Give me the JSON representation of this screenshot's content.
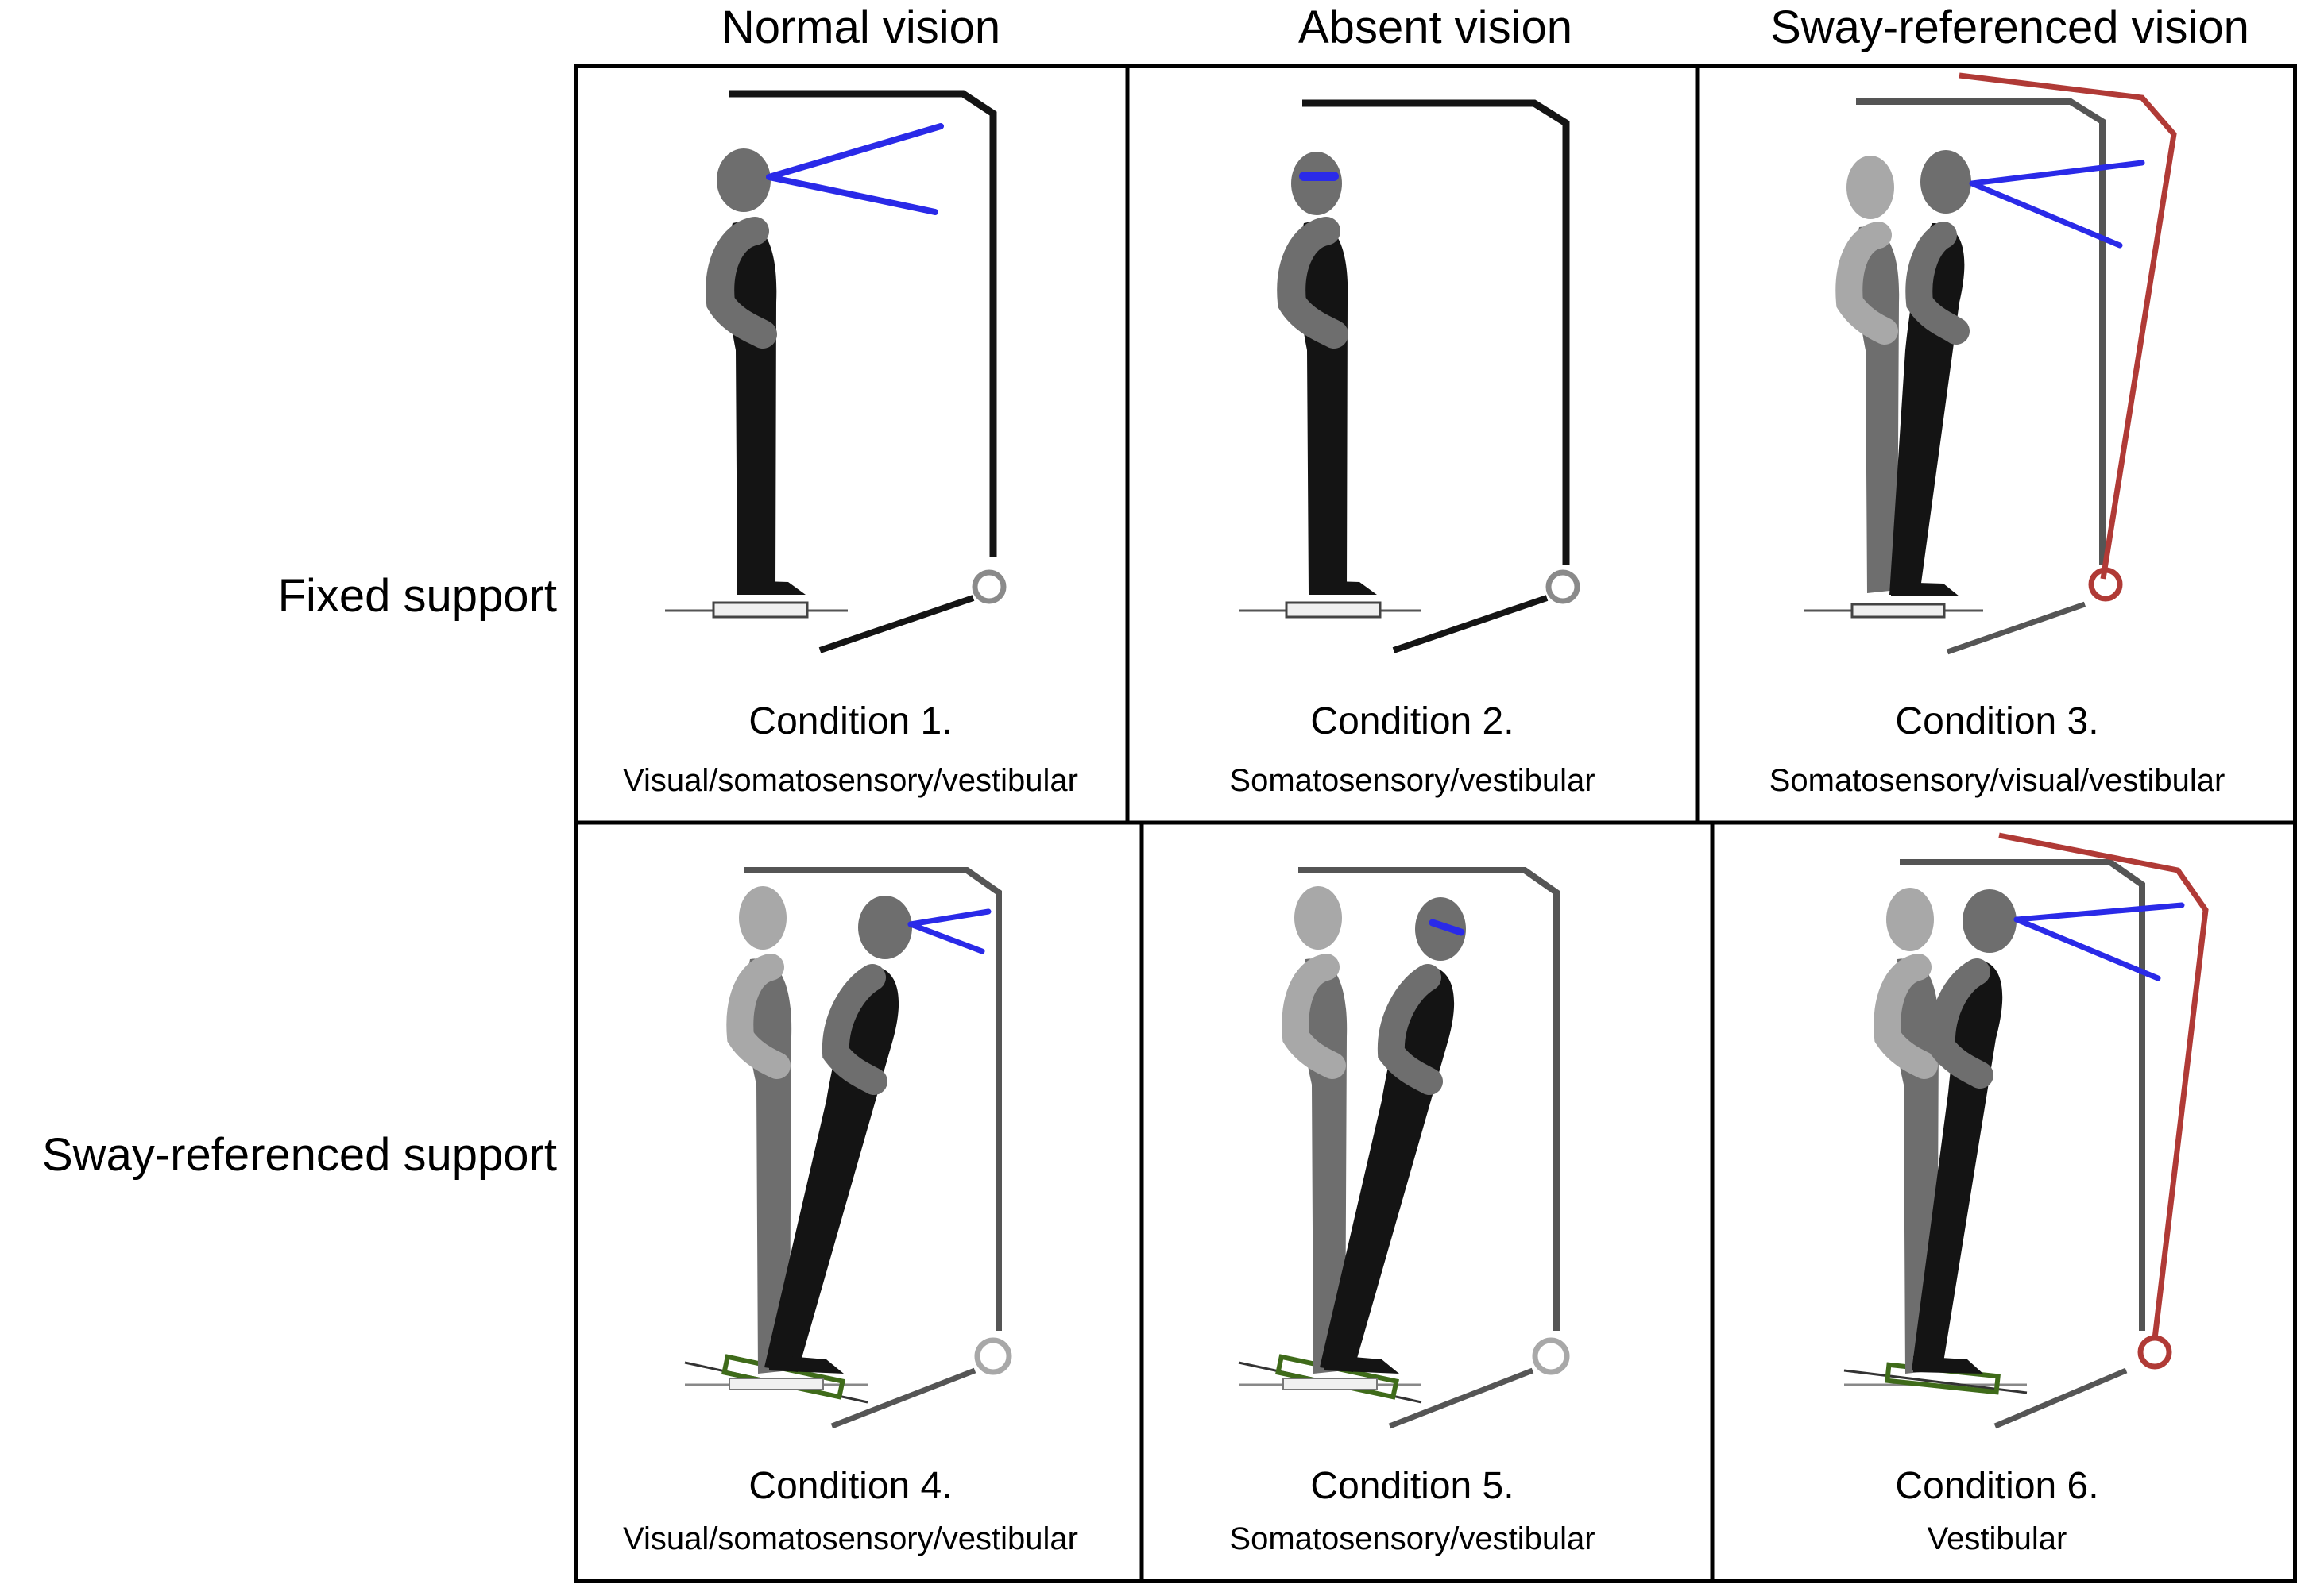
{
  "columns": [
    {
      "label": "Normal vision"
    },
    {
      "label": "Absent vision"
    },
    {
      "label": "Sway-referenced vision"
    }
  ],
  "rows": [
    {
      "label": "Fixed support"
    },
    {
      "label": "Sway-referenced support"
    }
  ],
  "conditions": [
    {
      "title": "Condition 1.",
      "senses": "Visual/somatosensory/vestibular"
    },
    {
      "title": "Condition 2.",
      "senses": "Somatosensory/vestibular"
    },
    {
      "title": "Condition 3.",
      "senses": "Somatosensory/visual/vestibular"
    },
    {
      "title": "Condition 4.",
      "senses": "Visual/somatosensory/vestibular"
    },
    {
      "title": "Condition 5.",
      "senses": "Somatosensory/vestibular"
    },
    {
      "title": "Condition 6.",
      "senses": "Vestibular"
    }
  ],
  "colors": {
    "vision_lines": "#2a2ae8",
    "sway_frame": "#b03a36",
    "sway_platform": "#3f6b1a",
    "body_dark": "#141414",
    "head_gray": "#6e6e6e",
    "ghost_gray": "#a8a8a8",
    "grid": "#000000"
  }
}
